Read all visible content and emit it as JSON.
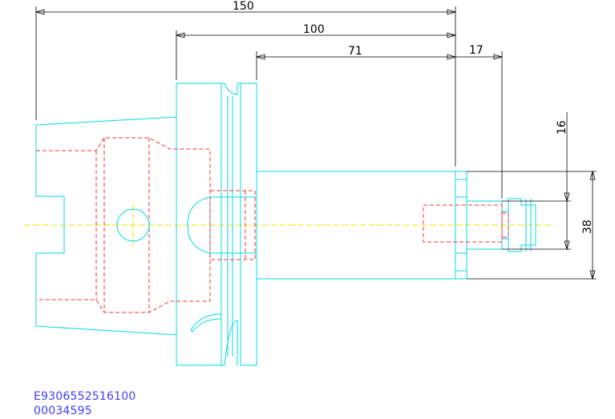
{
  "dimensions": {
    "overall_length": "150",
    "body_length": "100",
    "shank_length": "71",
    "nose_length": "17",
    "pilot_diameter": "16",
    "shank_diameter": "38"
  },
  "part_codes": [
    "E9306552516100",
    "00034595"
  ],
  "colors": {
    "outline": "#00d8e8",
    "hidden_lines": "#ff3030",
    "centerline": "#e8e800",
    "dimensions": "#000000",
    "codes": "#3d3dff"
  }
}
